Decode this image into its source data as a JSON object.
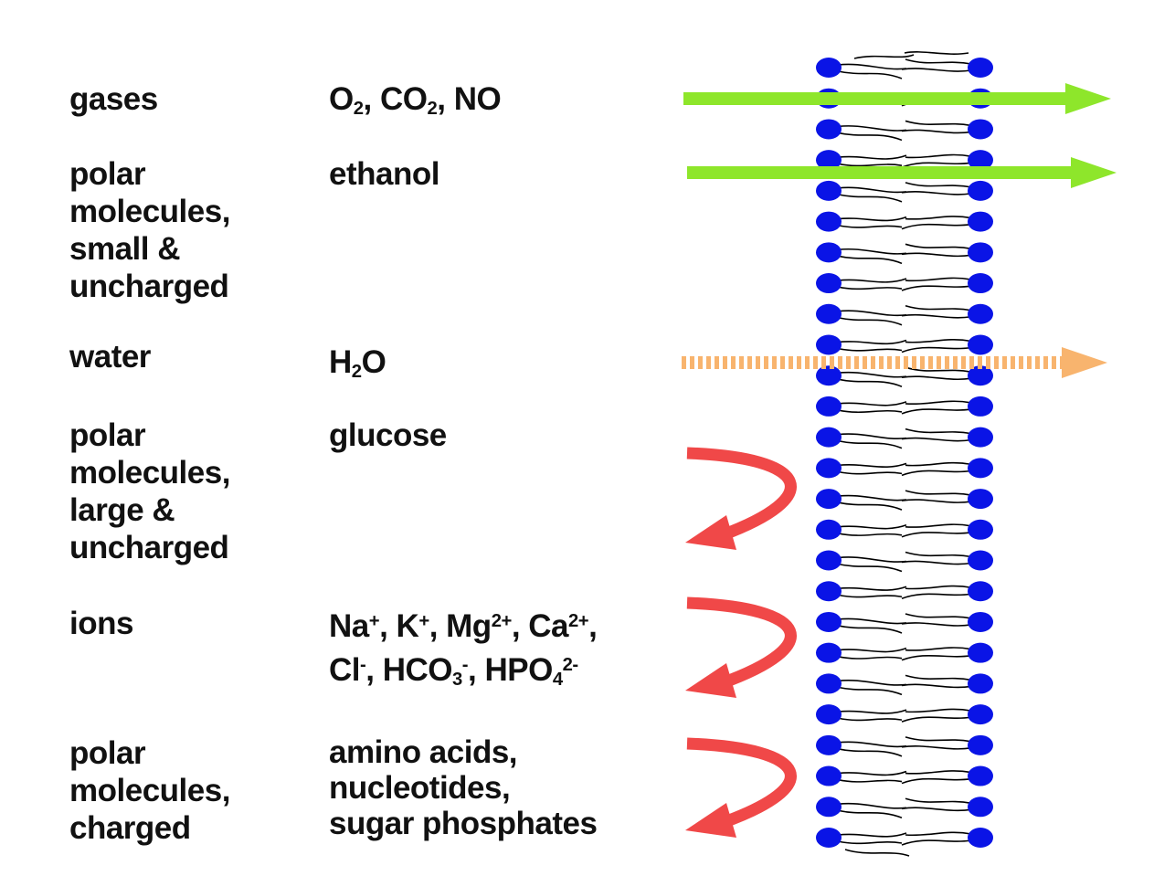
{
  "rows": [
    {
      "category": [
        "gases"
      ],
      "examples": [
        [
          {
            "t": "O"
          },
          {
            "sub": "2"
          },
          {
            "t": ", CO"
          },
          {
            "sub": "2"
          },
          {
            "t": ", NO"
          }
        ]
      ],
      "outcome": "passes"
    },
    {
      "category": [
        "polar",
        "molecules,",
        "small &",
        "uncharged"
      ],
      "examples": [
        [
          {
            "t": "ethanol"
          }
        ]
      ],
      "outcome": "passes"
    },
    {
      "category": [
        "water"
      ],
      "examples": [
        [
          {
            "t": "H"
          },
          {
            "sub": "2"
          },
          {
            "t": "O"
          }
        ]
      ],
      "outcome": "passes-slowly"
    },
    {
      "category": [
        "polar",
        "molecules,",
        "large &",
        "uncharged"
      ],
      "examples": [
        [
          {
            "t": "glucose"
          }
        ]
      ],
      "outcome": "blocked"
    },
    {
      "category": [
        "ions"
      ],
      "examples": [
        [
          {
            "t": "Na"
          },
          {
            "sup": "+"
          },
          {
            "t": ", K"
          },
          {
            "sup": "+"
          },
          {
            "t": ", Mg"
          },
          {
            "sup": "2+"
          },
          {
            "t": ", Ca"
          },
          {
            "sup": "2+"
          },
          {
            "t": ","
          }
        ],
        [
          {
            "t": "Cl"
          },
          {
            "sup": "-"
          },
          {
            "t": ", HCO"
          },
          {
            "sub": "3"
          },
          {
            "sup": "-"
          },
          {
            "t": ", HPO"
          },
          {
            "sub": "4"
          },
          {
            "sup": "2-"
          }
        ]
      ],
      "outcome": "blocked"
    },
    {
      "category": [
        "polar",
        "molecules,",
        "charged"
      ],
      "examples": [
        [
          {
            "t": "amino acids,"
          }
        ],
        [
          {
            "t": "nucleotides,"
          }
        ],
        [
          {
            "t": "sugar phosphates"
          }
        ]
      ],
      "outcome": "blocked"
    }
  ],
  "colors": {
    "passes": "#8ee62b",
    "passes-slowly": "#f8b46e",
    "blocked": "#f04848",
    "lipid_head": "#0a14e6",
    "lipid_tail": "#000000",
    "text": "#111111"
  }
}
